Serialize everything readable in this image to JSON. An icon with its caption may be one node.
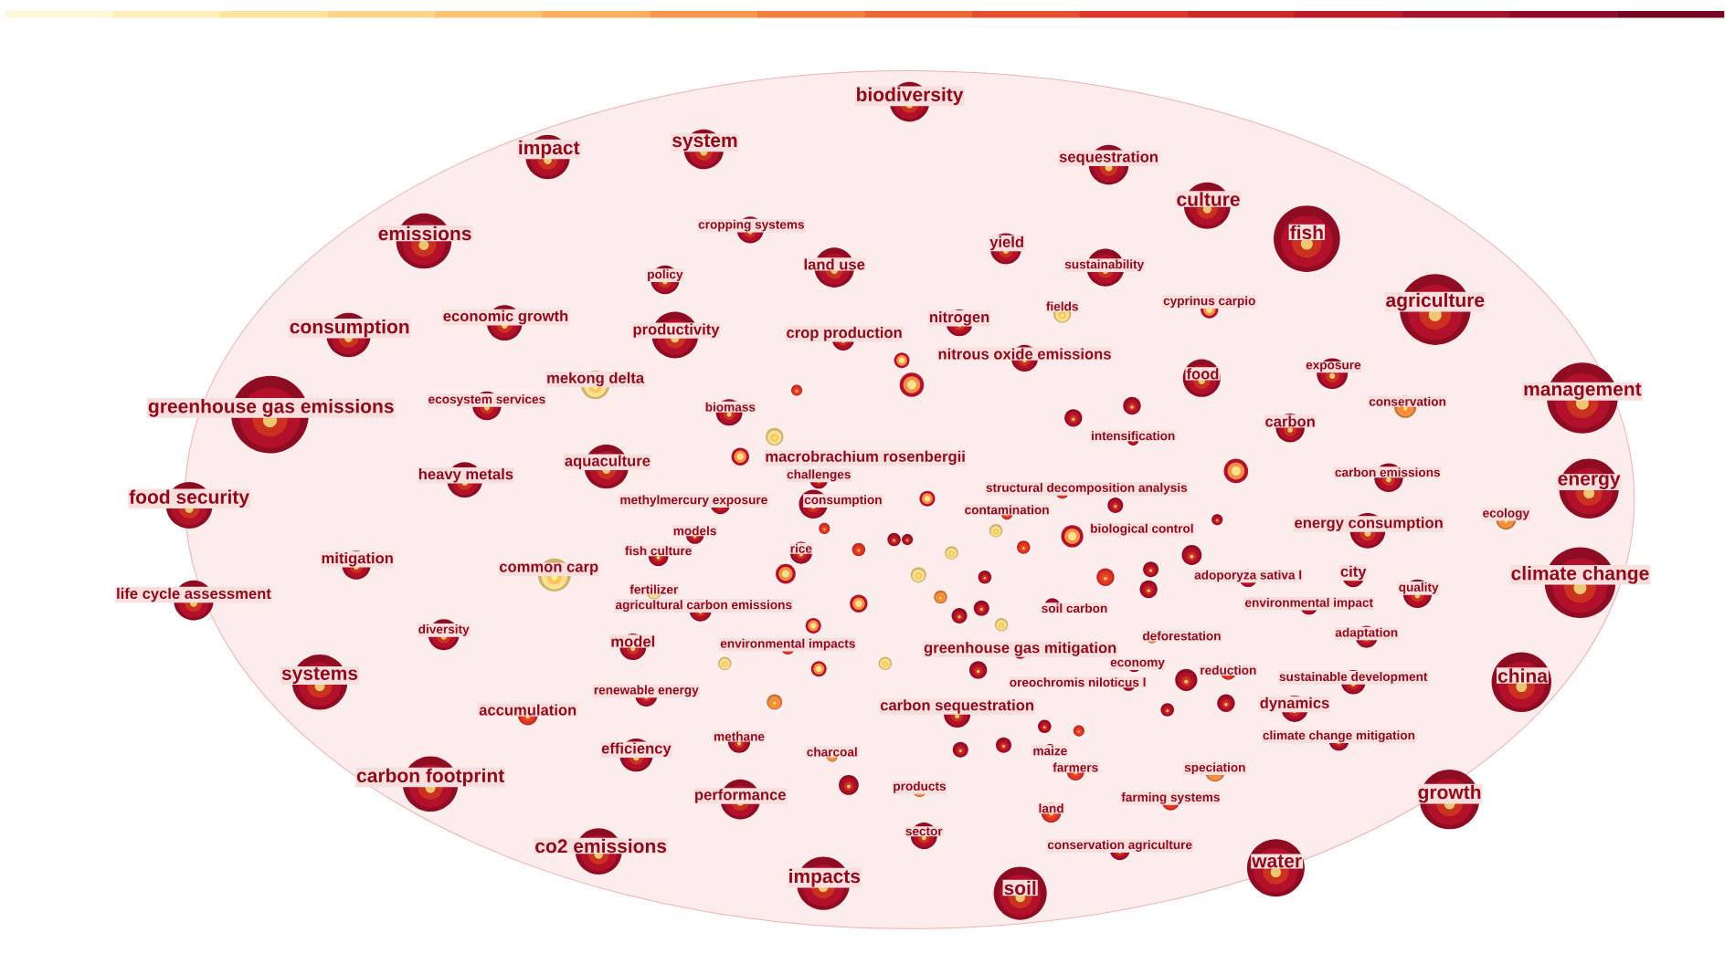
{
  "diagram": {
    "nodes": [
      {
        "text": [
          "biodiversity"
        ]
      },
      {
        "text": [
          "impact"
        ]
      },
      {
        "text": [
          "system"
        ]
      },
      {
        "text": [
          "sequestration"
        ]
      },
      {
        "text": [
          "culture"
        ]
      },
      {
        "text": [
          "fish"
        ]
      },
      {
        "text": [
          "emissions"
        ]
      },
      {
        "text": [
          "cropping systems"
        ]
      },
      {
        "text": [
          "yield"
        ]
      },
      {
        "text": [
          "land use"
        ]
      },
      {
        "text": [
          "sustainability"
        ]
      },
      {
        "text": [
          "policy"
        ]
      },
      {
        "text": [
          "agriculture"
        ]
      },
      {
        "text": [
          "consumption"
        ]
      },
      {
        "text": [
          "economic growth"
        ]
      },
      {
        "text": [
          "productivity"
        ]
      },
      {
        "text": [
          "crop production"
        ]
      },
      {
        "text": [
          "nitrogen"
        ]
      },
      {
        "text": [
          "fields"
        ]
      },
      {
        "text": [
          "cyprinus carpio"
        ]
      },
      {
        "text": [
          "nitrous oxide emissions"
        ]
      },
      {
        "text": [
          "food"
        ]
      },
      {
        "text": [
          "exposure"
        ]
      },
      {
        "text": [
          "conservation"
        ]
      },
      {
        "text": [
          "management"
        ]
      },
      {
        "text": [
          "greenhouse gas emissions"
        ]
      },
      {
        "text": [
          "ecosystem services"
        ]
      },
      {
        "text": [
          "mekong delta"
        ]
      },
      {
        "text": [
          "biomass"
        ]
      },
      {
        "text": [
          "carbon"
        ]
      },
      {
        "text": [
          "intensification"
        ]
      },
      {
        "text": [
          "carbon emissions"
        ]
      },
      {
        "text": [
          "energy"
        ]
      },
      {
        "text": [
          "macrobrachium rosenbergii"
        ]
      },
      {
        "text": [
          "challenges"
        ]
      },
      {
        "text": [
          "aquaculture"
        ]
      },
      {
        "text": [
          "heavy metals"
        ]
      },
      {
        "text": [
          "structural decomposition analysis"
        ]
      },
      {
        "text": [
          "methylmercury exposure"
        ]
      },
      {
        "text": [
          "consumption"
        ]
      },
      {
        "text": [
          "contamination"
        ]
      },
      {
        "text": [
          "food security"
        ]
      },
      {
        "text": [
          "energy consumption"
        ]
      },
      {
        "text": [
          "ecology"
        ]
      },
      {
        "text": [
          "biological control"
        ]
      },
      {
        "text": [
          "models"
        ]
      },
      {
        "text": [
          "rice"
        ]
      },
      {
        "text": [
          "fish culture"
        ]
      },
      {
        "text": [
          "common carp"
        ]
      },
      {
        "text": [
          "climate change"
        ]
      },
      {
        "text": [
          "adoporyza sativa l"
        ]
      },
      {
        "text": [
          "city"
        ]
      },
      {
        "text": [
          "quality"
        ]
      },
      {
        "text": [
          "mitigation"
        ]
      },
      {
        "text": [
          "life cycle assessment"
        ]
      },
      {
        "text": [
          "fertilizer"
        ]
      },
      {
        "text": [
          "agricultural carbon emissions"
        ]
      },
      {
        "text": [
          "soil carbon"
        ]
      },
      {
        "text": [
          "environmental impact"
        ]
      },
      {
        "text": [
          "diversity"
        ]
      },
      {
        "text": [
          "model"
        ]
      },
      {
        "text": [
          "environmental impacts"
        ]
      },
      {
        "text": [
          "adaptation"
        ]
      },
      {
        "text": [
          "deforestation"
        ]
      },
      {
        "text": [
          "greenhouse gas mitigation"
        ]
      },
      {
        "text": [
          "economy"
        ]
      },
      {
        "text": [
          "systems"
        ]
      },
      {
        "text": [
          "reduction"
        ]
      },
      {
        "text": [
          "sustainable development"
        ]
      },
      {
        "text": [
          "oreochromis niloticus l"
        ]
      },
      {
        "text": [
          "renewable energy"
        ]
      },
      {
        "text": [
          "china"
        ]
      },
      {
        "text": [
          "carbon sequestration"
        ]
      },
      {
        "text": [
          "dynamics"
        ]
      },
      {
        "text": [
          "accumulation"
        ]
      },
      {
        "text": [
          "methane"
        ]
      },
      {
        "text": [
          "climate change mitigation"
        ]
      },
      {
        "text": [
          "efficiency"
        ]
      },
      {
        "text": [
          "charcoal"
        ]
      },
      {
        "text": [
          "maize"
        ]
      },
      {
        "text": [
          "farmers"
        ]
      },
      {
        "text": [
          "speciation"
        ]
      },
      {
        "text": [
          "carbon footprint"
        ]
      },
      {
        "text": [
          "performance"
        ]
      },
      {
        "text": [
          "products"
        ]
      },
      {
        "text": [
          "growth"
        ]
      },
      {
        "text": [
          "land"
        ]
      },
      {
        "text": [
          "farming systems"
        ]
      },
      {
        "text": [
          "sector"
        ]
      },
      {
        "text": [
          "co2 emissions"
        ]
      },
      {
        "text": [
          "conservation agriculture"
        ]
      },
      {
        "text": [
          "water"
        ]
      },
      {
        "text": [
          "impacts"
        ]
      },
      {
        "text": [
          "soil"
        ]
      },
      {
        "text": [],
        "shape": "circle"
      },
      {
        "text": [],
        "shape": "circle"
      },
      {
        "text": [],
        "shape": "circle"
      },
      {
        "text": [],
        "shape": "circle"
      },
      {
        "text": [],
        "shape": "circle"
      },
      {
        "text": [],
        "shape": "circle"
      },
      {
        "text": [],
        "shape": "circle"
      },
      {
        "text": [],
        "shape": "circle"
      },
      {
        "text": [],
        "shape": "circle"
      },
      {
        "text": [],
        "shape": "circle"
      },
      {
        "text": [],
        "shape": "circle"
      },
      {
        "text": [],
        "shape": "circle"
      },
      {
        "text": [],
        "shape": "circle"
      },
      {
        "text": [],
        "shape": "circle"
      },
      {
        "text": [],
        "shape": "circle"
      },
      {
        "text": [],
        "shape": "circle"
      },
      {
        "text": [],
        "shape": "circle"
      },
      {
        "text": [],
        "shape": "circle"
      },
      {
        "text": [],
        "shape": "circle"
      },
      {
        "text": [],
        "shape": "circle"
      },
      {
        "text": [],
        "shape": "circle"
      },
      {
        "text": [],
        "shape": "circle"
      },
      {
        "text": [],
        "shape": "circle"
      },
      {
        "text": [],
        "shape": "circle"
      },
      {
        "text": [],
        "shape": "circle"
      },
      {
        "text": [],
        "shape": "circle"
      },
      {
        "text": [],
        "shape": "circle"
      },
      {
        "text": [],
        "shape": "circle"
      },
      {
        "text": [],
        "shape": "circle"
      },
      {
        "text": [],
        "shape": "circle"
      },
      {
        "text": [],
        "shape": "circle"
      },
      {
        "text": [],
        "shape": "circle"
      },
      {
        "text": [],
        "shape": "circle"
      },
      {
        "text": [],
        "shape": "circle"
      },
      {
        "text": [],
        "shape": "circle"
      },
      {
        "text": [],
        "shape": "circle"
      },
      {
        "text": [],
        "shape": "circle"
      },
      {
        "text": [],
        "shape": "circle"
      },
      {
        "text": [],
        "shape": "circle"
      },
      {
        "text": [],
        "shape": "circle"
      },
      {
        "text": [],
        "shape": "circle"
      },
      {
        "text": [],
        "shape": "circle"
      },
      {
        "text": [],
        "shape": "circle"
      },
      {
        "text": [],
        "shape": "circle"
      }
    ]
  }
}
